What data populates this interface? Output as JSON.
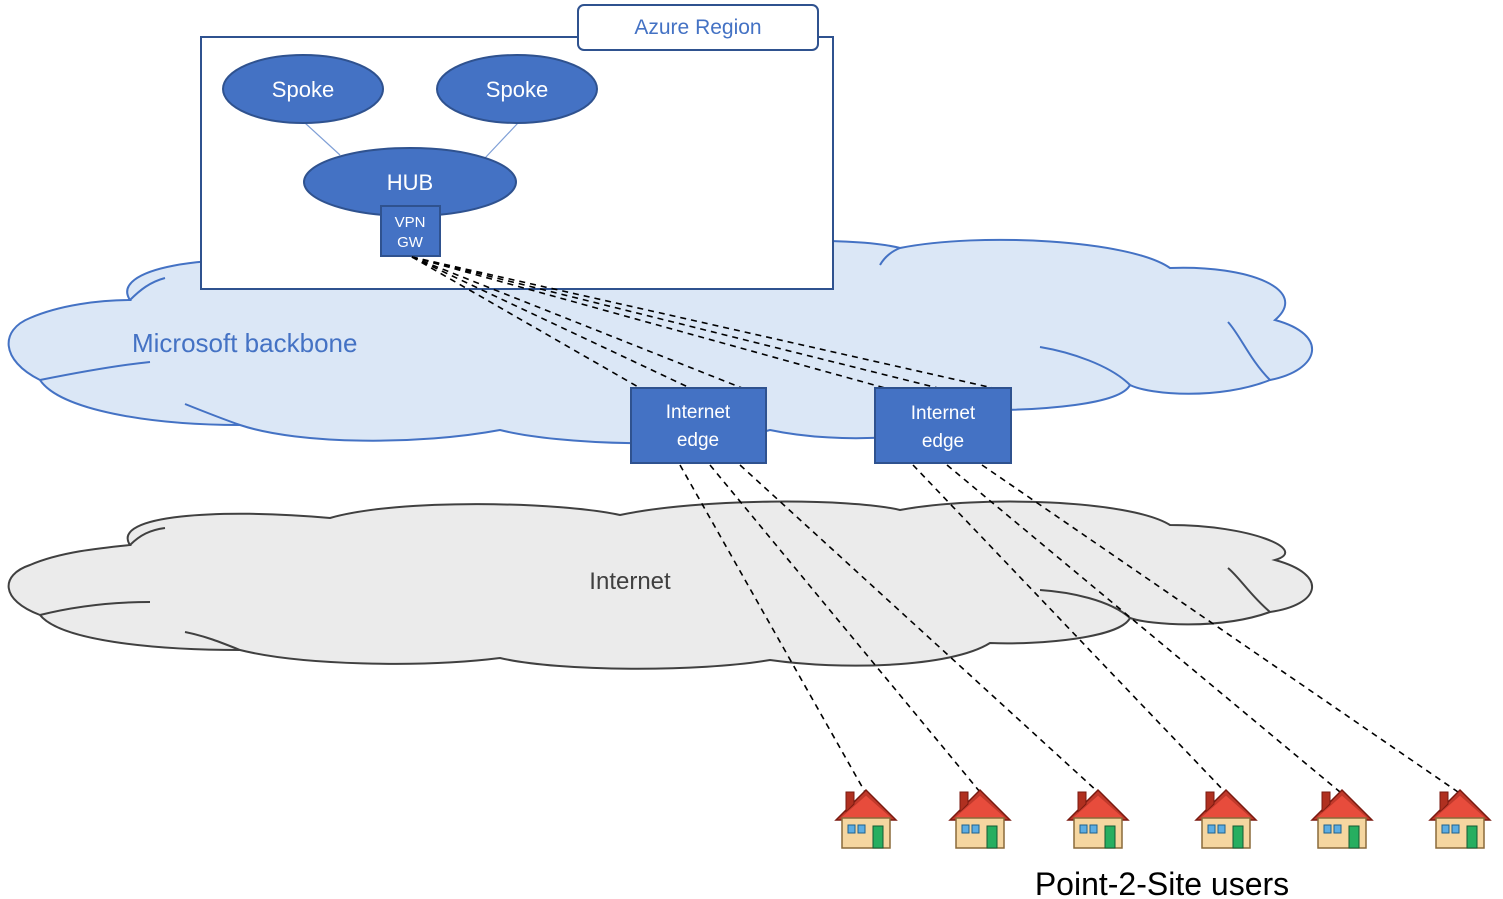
{
  "region": {
    "label": "Azure Region"
  },
  "spokes": [
    {
      "label": "Spoke"
    },
    {
      "label": "Spoke"
    }
  ],
  "hub": {
    "label": "HUB"
  },
  "vpn_gw": {
    "line1": "VPN",
    "line2": "GW"
  },
  "backbone": {
    "label": "Microsoft backbone"
  },
  "internet": {
    "label": "Internet"
  },
  "edges": [
    {
      "line1": "Internet",
      "line2": "edge"
    },
    {
      "line1": "Internet",
      "line2": "edge"
    }
  ],
  "users": {
    "label": "Point-2-Site users",
    "count": 6
  },
  "colors": {
    "accent": "#4472c4",
    "backbone_fill": "#dbe7f6",
    "internet_fill": "#ebebeb",
    "backbone_text": "#4472c4",
    "internet_text": "#404040"
  },
  "icons": {
    "user": "house-icon"
  }
}
